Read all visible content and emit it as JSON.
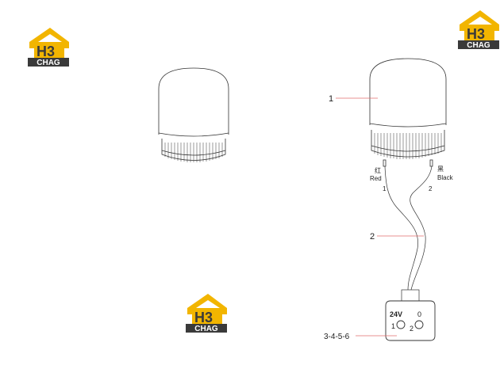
{
  "brand": {
    "logo_mark": "H3",
    "logo_text": "CHAG",
    "colors": {
      "roof": "#f2b500",
      "dark": "#3a3a3a",
      "white": "#ffffff"
    }
  },
  "callouts": {
    "lamp": "1",
    "cable": "2",
    "connector": "3-4-5-6"
  },
  "wires": {
    "red_cn": "红",
    "red_en": "Red",
    "red_num": "1",
    "black_cn": "黑",
    "black_en": "Black",
    "black_num": "2"
  },
  "connector": {
    "voltage": "24V",
    "zero": "0",
    "pin1": "1",
    "pin2": "2"
  },
  "colors": {
    "leader": "#e06b6b",
    "line": "#333333"
  }
}
